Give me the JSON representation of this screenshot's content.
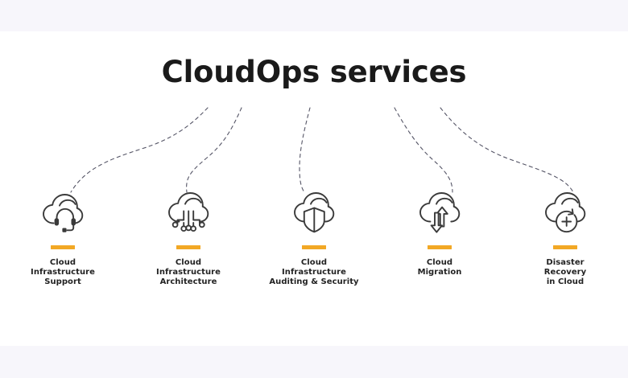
{
  "page": {
    "title": "CloudOps services",
    "background_color": "#ffffff",
    "band_color": "#f7f6fb",
    "accent_color": "#f2a825",
    "icon_stroke_color": "#3a3a3a",
    "text_color": "#232323",
    "connector_color": "#555566"
  },
  "services": [
    {
      "id": "cloud-infrastructure-support",
      "icon": "cloud-headset-icon",
      "label": "Cloud\nInfrastructure\nSupport"
    },
    {
      "id": "cloud-infrastructure-architecture",
      "icon": "cloud-circuit-nodes-icon",
      "label": "Cloud\nInfrastructure\nArchitecture"
    },
    {
      "id": "cloud-infrastructure-auditing-security",
      "icon": "cloud-shield-icon",
      "label": "Cloud\nInfrastructure\nAuditing & Security"
    },
    {
      "id": "cloud-migration",
      "icon": "cloud-up-down-arrows-icon",
      "label": "Cloud\nMigration"
    },
    {
      "id": "disaster-recovery-in-cloud",
      "icon": "cloud-refresh-plus-icon",
      "label": "Disaster\nRecovery\nin Cloud"
    }
  ]
}
